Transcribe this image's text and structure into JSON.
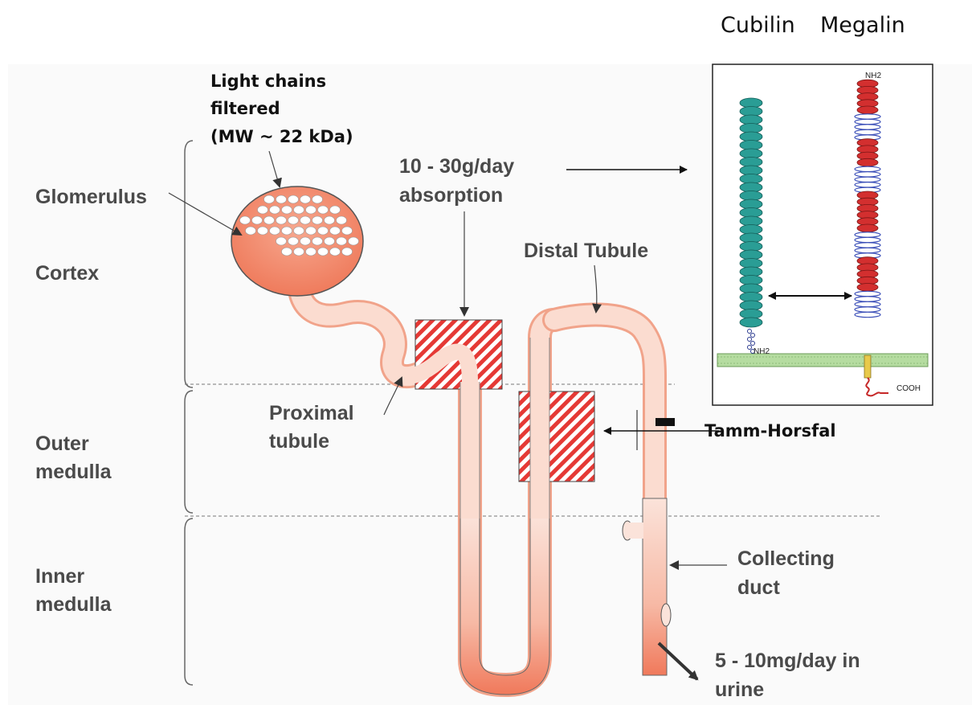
{
  "header": {
    "cubilin": "Cubilin",
    "megalin": "Megalin"
  },
  "regions": {
    "glomerulus": "Glomerulus",
    "cortex": "Cortex",
    "outer_1": "Outer",
    "outer_2": "medulla",
    "inner_1": "Inner",
    "inner_2": "medulla"
  },
  "annotations": {
    "light_1": "Light chains",
    "light_2": "filtered",
    "light_3": "(MW ~ 22 kDa)",
    "absorb_1": "10 - 30g/day",
    "absorb_2": "absorption",
    "distal": "Distal Tubule",
    "proximal_1": "Proximal",
    "proximal_2": "tubule",
    "tamm": "Tamm-Horsfal",
    "collecting_1": "Collecting",
    "collecting_2": "duct",
    "urine_1": "5 - 10mg/day in",
    "urine_2": "urine"
  },
  "inset": {
    "nh2_top": "NH2",
    "nh2_cubilin": "NH2",
    "cooh": "COOH"
  },
  "colors": {
    "tubule_light": "#fbe3da",
    "tubule_dark": "#f28b6d",
    "hatch": "#e53935",
    "cubilin": "#2a9d95",
    "megalin_red": "#d32f2f",
    "megalin_blue": "#3b4fb8",
    "membrane": "#b5dca0"
  }
}
